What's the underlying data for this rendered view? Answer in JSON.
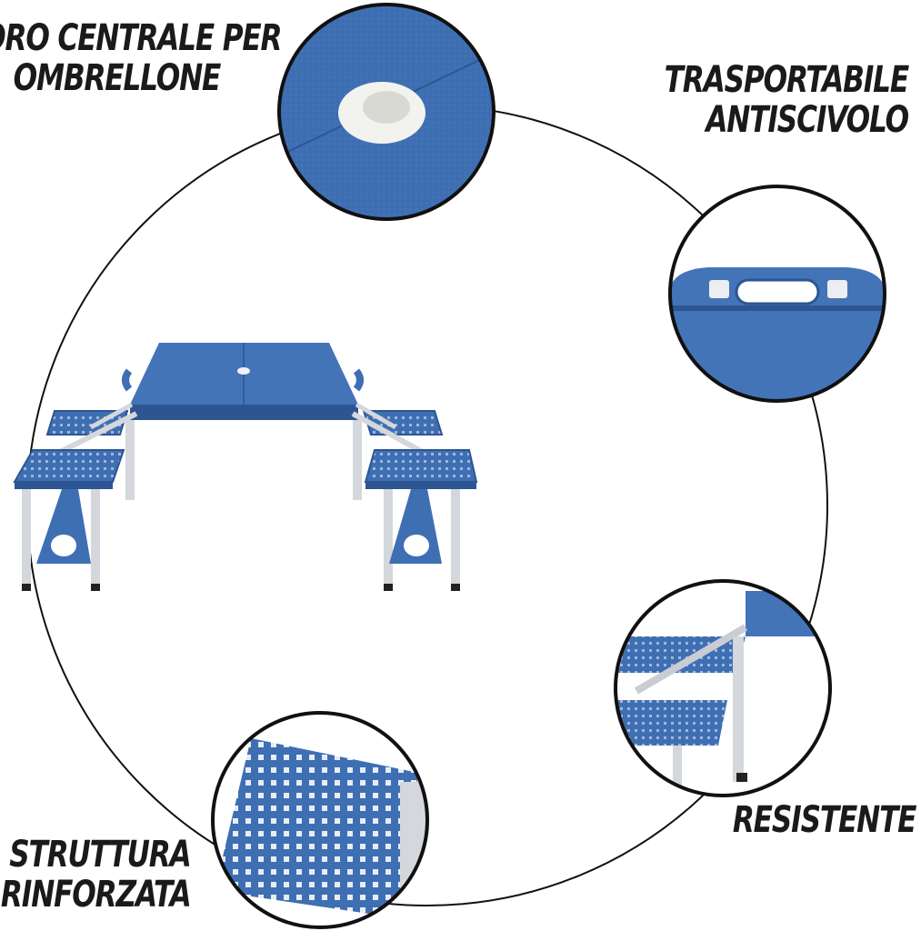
{
  "labels": {
    "umbrella_hole": [
      "FORO CENTRALE PER",
      "OMBRELLONE"
    ],
    "portable": [
      "TRASPORTABILE",
      "ANTISCIVOLO"
    ],
    "resistant": [
      "RESISTENTE"
    ],
    "reinforced": [
      "STRUTTURA",
      "RINFORZATA"
    ]
  },
  "colors": {
    "table_blue": "#3f6fb3",
    "table_dark": "#2c5592",
    "metal": "#d4d7dc",
    "outline": "#111111",
    "text": "#1a1a1a"
  }
}
